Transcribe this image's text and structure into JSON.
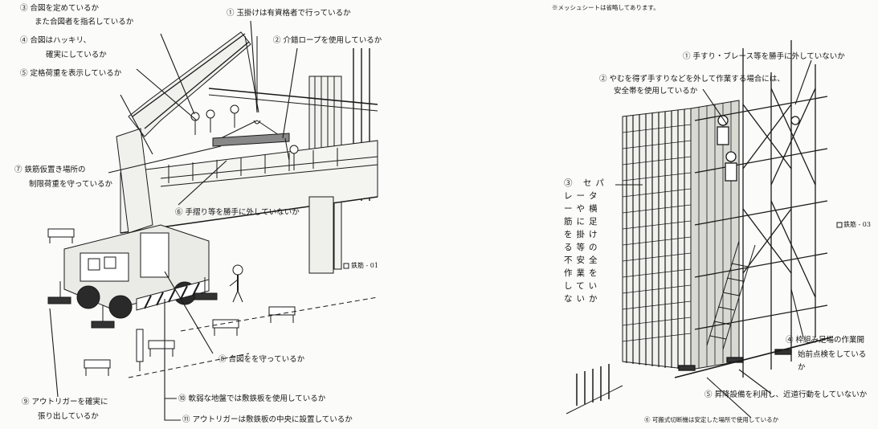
{
  "left_panel": {
    "checks": [
      {
        "num": "③",
        "text": "合図を定めているか"
      },
      {
        "num": "",
        "text": "また合図者を指名しているか"
      },
      {
        "num": "④",
        "text": "合図はハッキリ、"
      },
      {
        "num": "",
        "text": "確実にしているか"
      },
      {
        "num": "⑤",
        "text": "定格荷重を表示しているか"
      },
      {
        "num": "⑦",
        "text": "鉄筋仮置き場所の"
      },
      {
        "num": "",
        "text": "制限荷重を守っているか"
      },
      {
        "num": "①",
        "text": "玉掛けは有資格者で行っているか"
      },
      {
        "num": "②",
        "text": "介錯ロープを使用しているか"
      },
      {
        "num": "⑥",
        "text": "手摺り等を勝手に外していないか"
      },
      {
        "num": "⑧",
        "text": "合図をを守っているか"
      },
      {
        "num": "⑨",
        "text": "アウトリガーを確実に"
      },
      {
        "num": "",
        "text": "張り出しているか"
      },
      {
        "num": "⑩",
        "text": "軟弱な地盤では敷鉄板を使用しているか"
      },
      {
        "num": "⑪",
        "text": "アウトリガーは敷鉄板の中央に設置しているか"
      }
    ],
    "figure_code": "鉄筋 - 01"
  },
  "right_panel": {
    "note": "※メッシュシートは省略してあります。",
    "checks": [
      {
        "num": "①",
        "text": "手すり・ブレース等を勝手に外していないか"
      },
      {
        "num": "②",
        "text": "やむを得ず手すりなどを外して作業する場合には、"
      },
      {
        "num": "",
        "text": "安全帯を使用しているか"
      },
      {
        "num": "③",
        "text": "セパレーターや横筋に足を掛ける等の不安全作業をしていないか"
      },
      {
        "num": "④",
        "text": "枠組み足場の作業開"
      },
      {
        "num": "",
        "text": "始前点検をしている"
      },
      {
        "num": "",
        "text": "か"
      },
      {
        "num": "⑤",
        "text": "昇降設備を利用し、近道行動をしていないか"
      },
      {
        "num": "⑥",
        "text": "可搬式切断機は安定した場所で使用しているか"
      }
    ],
    "figure_code": "鉄筋 - 03"
  },
  "colors": {
    "ink": "#1a1a1a",
    "paper": "#fbfbf9",
    "shade": "#8a8a8a"
  }
}
